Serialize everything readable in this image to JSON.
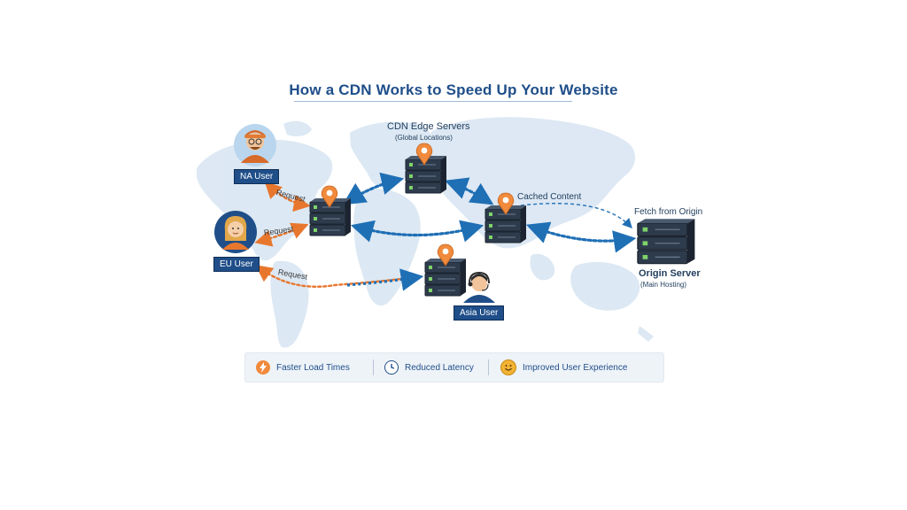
{
  "title": "How a CDN Works to Speed Up Your Website",
  "edge": {
    "label": "CDN Edge Servers",
    "sublabel": "(Global Locations)"
  },
  "cached_label": "Cached Content",
  "fetch_label": "Fetch from Origin",
  "origin": {
    "label": "Origin Server",
    "sublabel": "(Main Hosting)"
  },
  "users": {
    "na": "NA User",
    "eu": "EU User",
    "asia": "Asia User"
  },
  "request_label": "Request",
  "benefits": [
    {
      "label": "Faster Load Times",
      "icon": "lightning-icon"
    },
    {
      "label": "Reduced Latency",
      "icon": "clock-icon"
    },
    {
      "label": "Improved User Experience",
      "icon": "smiley-icon"
    }
  ],
  "colors": {
    "title": "#1f4e89",
    "request_arrow": "#e8772e",
    "cdn_arrow": "#1f6fb5",
    "pin": "#f08a3c",
    "map": "#dbe7f3"
  }
}
